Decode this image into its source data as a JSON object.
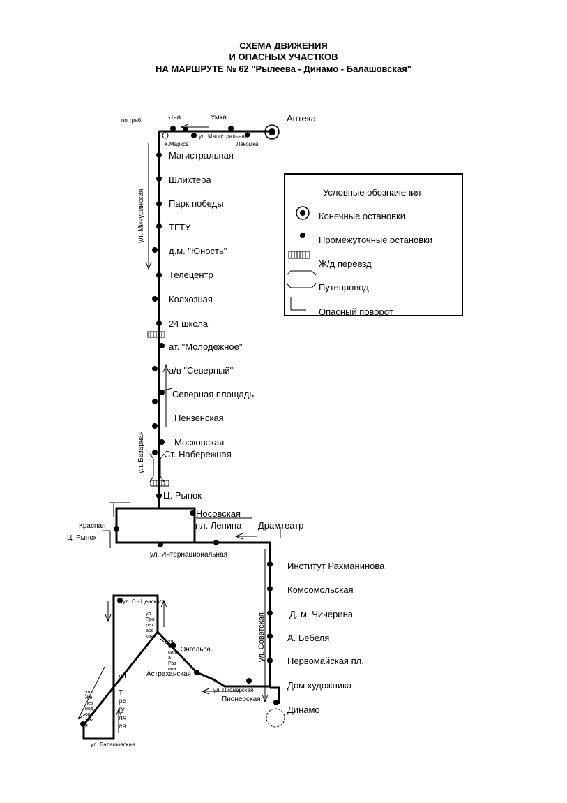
{
  "title": {
    "line1": "СХЕМА  ДВИЖЕНИЯ",
    "line2": "И ОПАСНЫХ УЧАСТКОВ",
    "line3": "НА МАРШРУТЕ № 62 \"Рылеева - Динамо - Балашовская\""
  },
  "legend": {
    "heading": "Условные обозначения",
    "terminal": "Конечные остановки",
    "intermediate": "Промежуточные остановки",
    "crossing": "Ж/д переезд",
    "overpass": "Путепровод",
    "danger_turn": "Опасный поворот"
  },
  "top": {
    "apteka": "Аптека",
    "umka": "Умка",
    "yana": "Яна",
    "po_treb": "по треб.",
    "k_marksa": "К.Маркса",
    "magistralnaya_st": "ул. Магистральная",
    "lakomka": "Лакомка"
  },
  "stops": {
    "magistralnaya": "Магистральная",
    "shlikhtera": "Шлихтера",
    "park": "Парк победы",
    "tgtu": "ТГТУ",
    "yunost": "д.м. \"Юность\"",
    "telecentr": "Телецентр",
    "kolkhoznaya": "Колхозная",
    "school24": "24 школа",
    "molodezhnoe": "ат. \"Молодежное\"",
    "severny": "а/в \"Северный\"",
    "sev_ploshad": "Северная площадь",
    "penzenskaya": "Пензенская",
    "moskovskaya": "Московская",
    "st_naberezhnaya": "Ст. Набережная",
    "c_rynok_top": "Ц. Рынок",
    "nosovskaya": "Носовская",
    "pl_lenina": "пл. Ленина",
    "krasnaya": "Красная",
    "c_rynok_left": "Ц. Рынок",
    "dramteatr": "Драмтеатр",
    "rakhmaninov": "Институт Рахманинова",
    "komsomolskaya": "Комсомольская",
    "chicherina": "Д. м. Чичерина",
    "bebelya": "А. Бебеля",
    "pervomayskaya": "Первомайская пл.",
    "dom_khud": "Дом художника",
    "dinamo": "Динамо",
    "engelsa": "Энгельса",
    "astrakhanskaya": "Астраханская",
    "pionerskaya": "Пионерская"
  },
  "streets": {
    "michurinskaya": "ул. Мичуринская",
    "bazarnaya": "ул. Базарная",
    "internacionalnaya": "ул. Интернациональная",
    "sovetskaya": "ул. Советская",
    "pionerskaya_st": "ул. Пионерская",
    "s_tsenskogo": "ул. С.- Ценского",
    "balashovskaya": "ул. Балашовская",
    "proletarskaya": [
      "ул",
      "Про",
      "лет",
      "арс",
      "кая"
    ],
    "stepana_razina": [
      "ул",
      "Сте",
      "пан",
      "а",
      "Раз",
      "ина"
    ],
    "tregulyaevskaya": [
      "ул",
      ".",
      "Т",
      "ре",
      "гу",
      "ля",
      "ев"
    ],
    "zheleznodorozhnaya": [
      "ул",
      "Же",
      "лез",
      "нод",
      "оро",
      "жна",
      "я"
    ]
  }
}
